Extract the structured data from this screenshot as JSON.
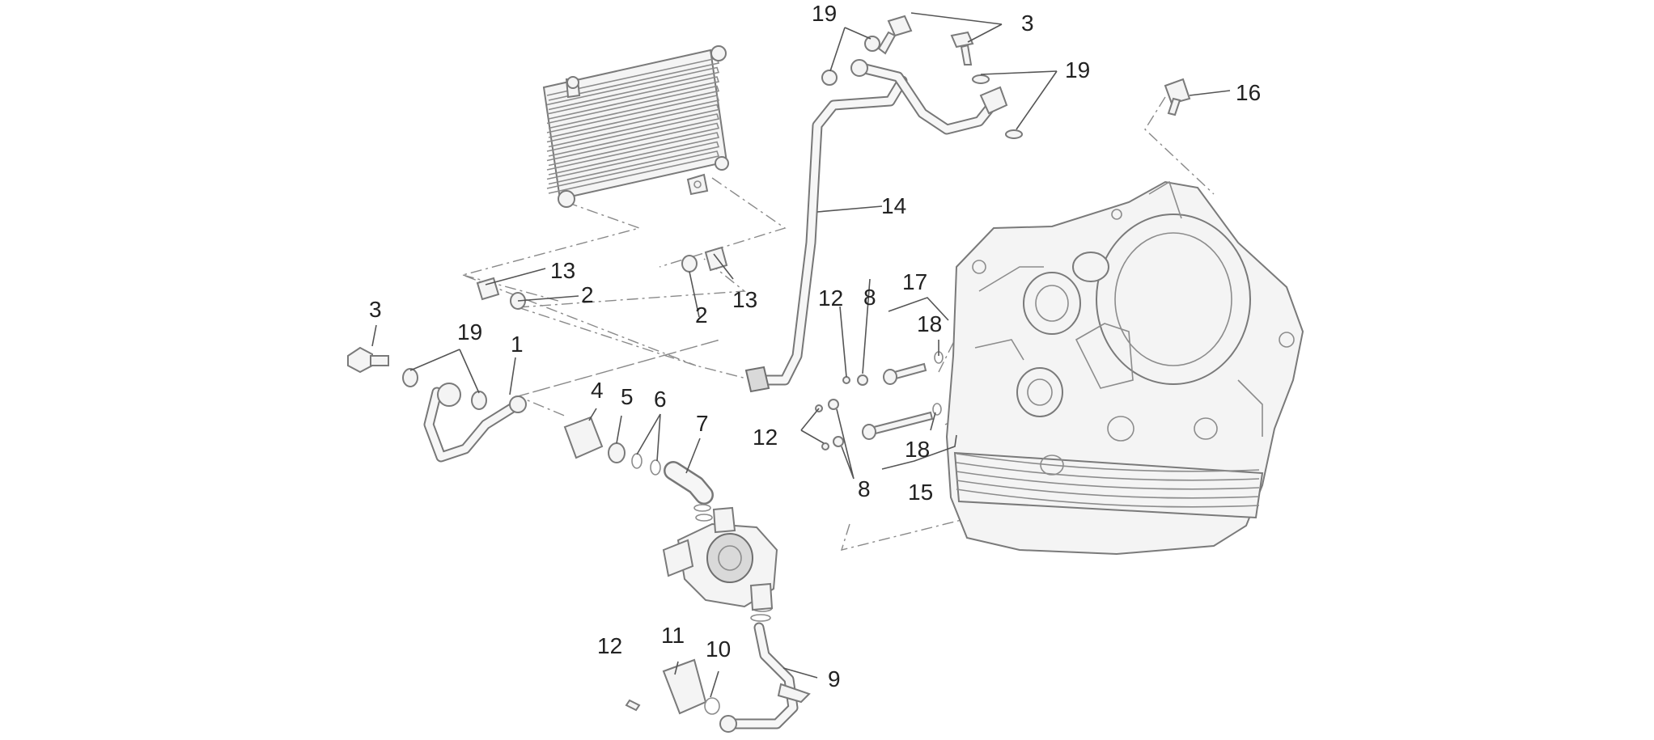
{
  "callouts": [
    {
      "id": "c1",
      "text": "1"
    },
    {
      "id": "c2a",
      "text": "2"
    },
    {
      "id": "c2b",
      "text": "2"
    },
    {
      "id": "c3a",
      "text": "3"
    },
    {
      "id": "c3b",
      "text": "3"
    },
    {
      "id": "c4",
      "text": "4"
    },
    {
      "id": "c5",
      "text": "5"
    },
    {
      "id": "c6",
      "text": "6"
    },
    {
      "id": "c7",
      "text": "7"
    },
    {
      "id": "c8a",
      "text": "8"
    },
    {
      "id": "c8b",
      "text": "8"
    },
    {
      "id": "c9",
      "text": "9"
    },
    {
      "id": "c10",
      "text": "10"
    },
    {
      "id": "c11",
      "text": "11"
    },
    {
      "id": "c12a",
      "text": "12"
    },
    {
      "id": "c12b",
      "text": "12"
    },
    {
      "id": "c12c",
      "text": "12"
    },
    {
      "id": "c13a",
      "text": "13"
    },
    {
      "id": "c13b",
      "text": "13"
    },
    {
      "id": "c14",
      "text": "14"
    },
    {
      "id": "c15",
      "text": "15"
    },
    {
      "id": "c16",
      "text": "16"
    },
    {
      "id": "c17",
      "text": "17"
    },
    {
      "id": "c18a",
      "text": "18"
    },
    {
      "id": "c18b",
      "text": "18"
    },
    {
      "id": "c19a",
      "text": "19"
    },
    {
      "id": "c19b",
      "text": "19"
    },
    {
      "id": "c19c",
      "text": "19"
    }
  ]
}
